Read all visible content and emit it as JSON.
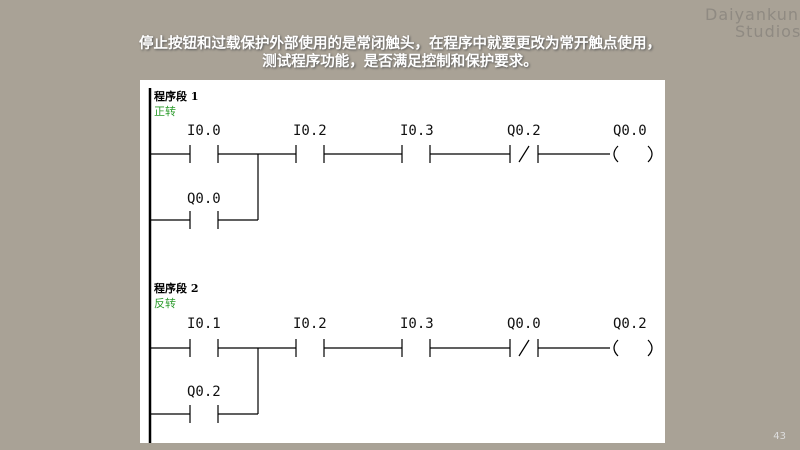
{
  "title_lines": [
    "停止按钮和过载保护外部使用的是常闭触头，在程序中就要更改为常开触点使用，",
    "测试程序功能，是否满足控制和保护要求。"
  ],
  "logo": {
    "line1": "Daiyankun",
    "line2": "Studios"
  },
  "page_number": "43",
  "networks": [
    {
      "title": "程序段 1",
      "comment": "正转",
      "contacts": [
        "I0.0",
        "I0.2",
        "I0.3",
        "Q0.2"
      ],
      "coil": "Q0.0",
      "branch": "Q0.0"
    },
    {
      "title": "程序段 2",
      "comment": "反转",
      "contacts": [
        "I0.1",
        "I0.2",
        "I0.3",
        "Q0.0"
      ],
      "coil": "Q0.2",
      "branch": "Q0.2"
    }
  ]
}
